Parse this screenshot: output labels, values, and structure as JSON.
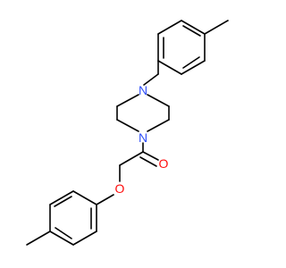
{
  "atoms": [
    {
      "id": "N1",
      "label": "N",
      "color": "#3050F8"
    },
    {
      "id": "N2",
      "label": "N",
      "color": "#3050F8"
    },
    {
      "id": "O1",
      "label": "O",
      "color": "#FF0D0D"
    },
    {
      "id": "O2",
      "label": "O",
      "color": "#FF0D0D"
    }
  ],
  "colors": {
    "bond": "#000000",
    "nitrogen": "#3050F8",
    "oxygen": "#FF0D0D",
    "background": "#FFFFFF"
  }
}
